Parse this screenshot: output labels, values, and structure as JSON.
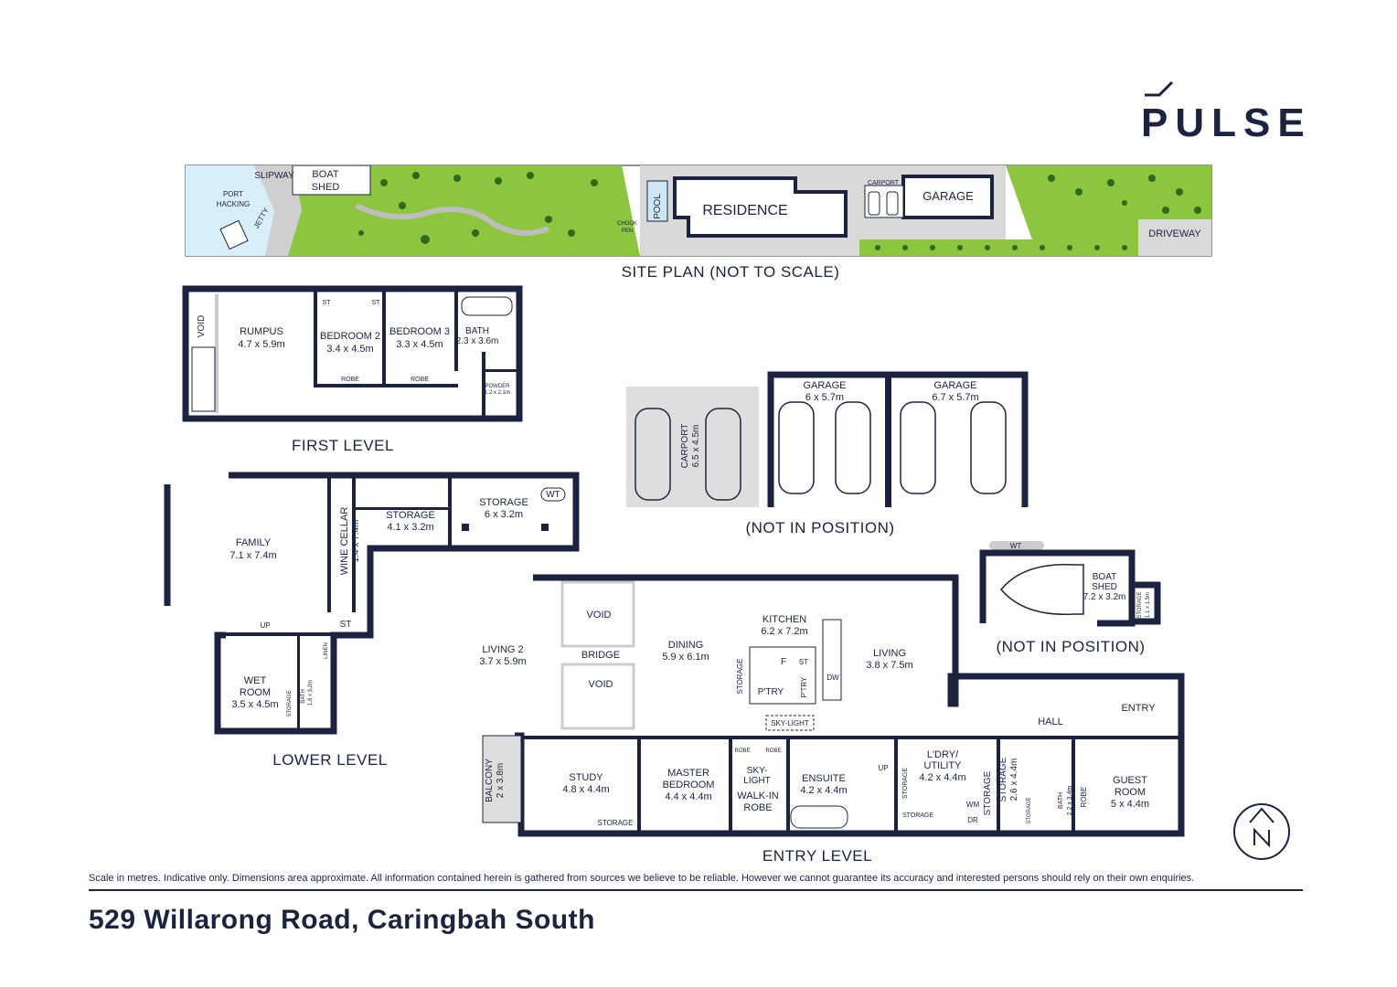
{
  "brand": {
    "name": "PULSE"
  },
  "site_plan": {
    "title": "SITE PLAN (NOT TO SCALE)",
    "labels": {
      "port_hacking_1": "PORT",
      "port_hacking_2": "HACKING",
      "slipway": "SLIPWAY",
      "boat_shed_1": "BOAT",
      "boat_shed_2": "SHED",
      "jetty": "JETTY",
      "pool": "POOL",
      "chook_pen_1": "CHOOK",
      "chook_pen_2": "PEN",
      "residence": "RESIDENCE",
      "carport": "CARPORT",
      "garage": "GARAGE",
      "driveway": "DRIVEWAY"
    }
  },
  "first_level": {
    "title": "FIRST LEVEL",
    "rooms": {
      "void": "VOID",
      "rumpus_name": "RUMPUS",
      "rumpus_dim": "4.7 x 5.9m",
      "bed2_name": "BEDROOM 2",
      "bed2_dim": "3.4 x 4.5m",
      "bed3_name": "BEDROOM 3",
      "bed3_dim": "3.3 x 4.5m",
      "bath_name": "BATH",
      "bath_dim": "2.3 x 3.6m",
      "powder_name": "POWDER",
      "powder_dim": "1.2 x 2.1m",
      "st": "ST",
      "robe": "ROBE"
    }
  },
  "garages": {
    "note": "(NOT IN POSITION)",
    "carport_name": "CARPORT",
    "carport_dim": "6.5 x 4.5m",
    "garage1_name": "GARAGE",
    "garage1_dim": "6 x 5.7m",
    "garage2_name": "GARAGE",
    "garage2_dim": "6.7 x 5.7m"
  },
  "boat_shed": {
    "note": "(NOT IN POSITION)",
    "wt": "WT",
    "name_1": "BOAT",
    "name_2": "SHED",
    "dim": "7.2 x 3.2m",
    "storage": "STORAGE",
    "storage_dim": "1.1 x 1.5m"
  },
  "lower_level": {
    "title": "LOWER LEVEL",
    "rooms": {
      "family_name": "FAMILY",
      "family_dim": "7.1 x 7.4m",
      "wine_name": "WINE CELLAR",
      "wine_dim": "1.4 x 7.4m",
      "storage1_name": "STORAGE",
      "storage1_dim": "4.1 x 3.2m",
      "storage2_name": "STORAGE",
      "storage2_dim": "6 x 3.2m",
      "wt": "WT",
      "up": "UP",
      "st": "ST",
      "wet_1": "WET",
      "wet_2": "ROOM",
      "wet_dim": "3.5 x 4.5m",
      "storage": "STORAGE",
      "bath": "BATH",
      "bath_dim": "1.8 x 3.2m",
      "linen": "LINEN"
    }
  },
  "entry_level": {
    "title": "ENTRY LEVEL",
    "rooms": {
      "living2_name": "LIVING 2",
      "living2_dim": "3.7 x 5.9m",
      "void": "VOID",
      "bridge": "BRIDGE",
      "dining_name": "DINING",
      "dining_dim": "5.9 x 6.1m",
      "kitchen_name": "KITCHEN",
      "kitchen_dim": "6.2 x 7.2m",
      "living_name": "LIVING",
      "living_dim": "3.8 x 7.5m",
      "storage": "STORAGE",
      "pantry": "P'TRY",
      "f": "F",
      "st": "ST",
      "dw": "DW",
      "skylight": "SKY-LIGHT",
      "hall": "HALL",
      "entry": "ENTRY",
      "balcony_name": "BALCONY",
      "balcony_dim": "2 x 3.8m",
      "study_name": "STUDY",
      "study_dim": "4.8 x 4.4m",
      "master_1": "MASTER",
      "master_2": "BEDROOM",
      "master_dim": "4.4 x 4.4m",
      "sky_1": "SKY-",
      "sky_2": "LIGHT",
      "walkin_1": "WALK-IN",
      "walkin_2": "ROBE",
      "robe": "ROBE",
      "ensuite_name": "ENSUITE",
      "ensuite_dim": "4.2 x 4.4m",
      "up": "UP",
      "ldry_1": "L'DRY/",
      "ldry_2": "UTILITY",
      "ldry_dim": "4.2 x 4.4m",
      "storage_dim": "2.6 x 4.4m",
      "bath": "BATH",
      "bath_dim": "2.2 x 3.4m",
      "guest_1": "GUEST",
      "guest_2": "ROOM",
      "guest_dim": "5 x 4.4m",
      "wm": "WM",
      "dr": "DR"
    }
  },
  "footer": {
    "disclaimer": "Scale in metres. Indicative only. Dimensions area approximate. All information contained herein is gathered from sources we believe to be reliable. However we cannot guarantee its accuracy and interested persons should rely on their own enquiries.",
    "address": "529 Willarong Road, Caringbah South"
  },
  "colors": {
    "navy": "#1b2340",
    "lawn": "#8cc63f",
    "water": "#d8eef8",
    "paving": "#d9d9d9"
  }
}
